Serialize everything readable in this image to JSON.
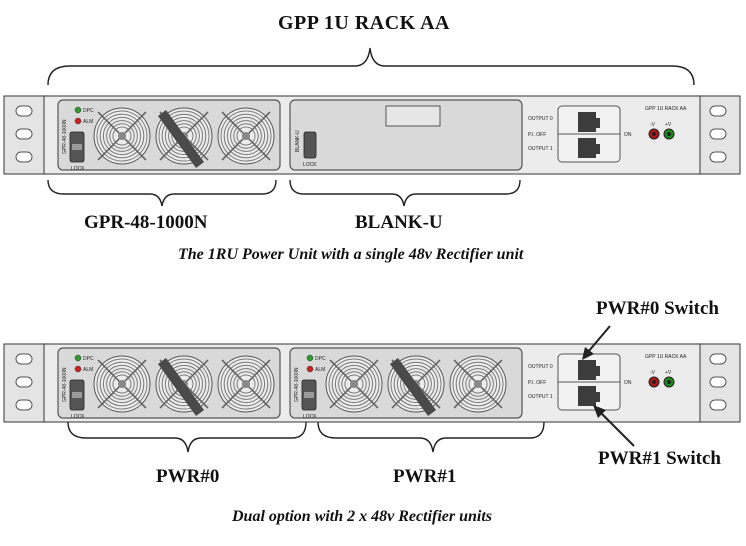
{
  "title": "GPP 1U RACK AA",
  "rack1": {
    "left_label": "GPR-48-1000N",
    "right_label": "BLANK-U",
    "caption": "The 1RU Power Unit with a single 48v Rectifier unit",
    "rack_name": "GPP 1U RACK AA",
    "module_text": "GPR-48-1000N",
    "blank_text": "BLANK-U"
  },
  "rack2": {
    "left_label": "PWR#0",
    "right_label": "PWR#1",
    "caption": "Dual option with 2 x 48v Rectifier units",
    "rack_name": "GPP 1U RACK AA",
    "module_text": "GPR-48-1000N"
  },
  "callouts": {
    "pwr0_switch": "PWR#0 Switch",
    "pwr1_switch": "PWR#1 Switch"
  },
  "panel": {
    "led_ok": "DPC",
    "led_alm": "ALM",
    "lock": "LOCK",
    "output0": "OUTPUT 0",
    "output1": "OUTPUT 1",
    "on": "ON",
    "off": "P.I. OFF",
    "neg": "-V",
    "pos": "+V"
  },
  "colors": {
    "chassis": "#ececec",
    "module": "#d9d9d9",
    "fan_grill": "#7a7a7a",
    "led_green": "#2f9b2f",
    "led_red": "#cc2222",
    "terminal_red": "#b01818",
    "terminal_green": "#1e8a1e"
  }
}
